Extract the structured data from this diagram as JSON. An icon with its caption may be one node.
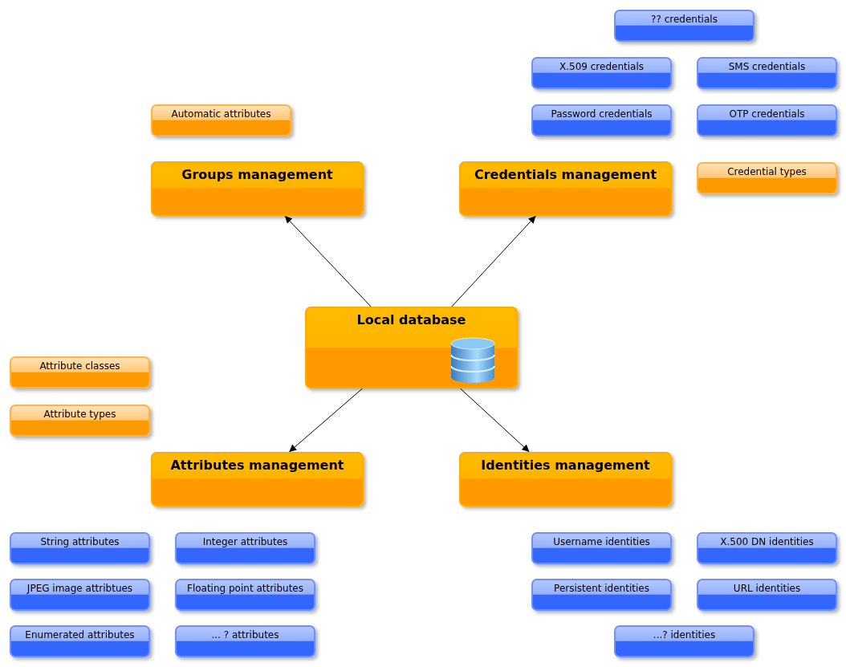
{
  "diagram": {
    "nodes": [
      {
        "text": [
          "?? credentials"
        ]
      },
      {
        "text": [
          "X.509 credentials"
        ]
      },
      {
        "text": [
          "SMS credentials"
        ]
      },
      {
        "text": [
          "Automatic attributes"
        ]
      },
      {
        "text": [
          "Password credentials"
        ]
      },
      {
        "text": [
          "OTP credentials"
        ]
      },
      {
        "text": [
          "Groups management"
        ]
      },
      {
        "text": [
          "Credentials management"
        ]
      },
      {
        "text": [
          "Credential types"
        ]
      },
      {
        "text": [
          "Local database"
        ]
      },
      {
        "text": [
          "Attribute classes"
        ]
      },
      {
        "text": [
          "Attribute types"
        ]
      },
      {
        "text": [
          "Attributes management"
        ]
      },
      {
        "text": [
          "Identities management"
        ]
      },
      {
        "text": [
          "String attributes"
        ]
      },
      {
        "text": [
          "Integer attributes"
        ]
      },
      {
        "text": [
          "Username identities"
        ]
      },
      {
        "text": [
          "X.500 DN identities"
        ]
      },
      {
        "text": [
          "JPEG image attribtues"
        ]
      },
      {
        "text": [
          "Floating point attributes"
        ]
      },
      {
        "text": [
          "Persistent identities"
        ]
      },
      {
        "text": [
          "URL identities"
        ]
      },
      {
        "text": [
          "Enumerated attributes"
        ]
      },
      {
        "text": [
          "... ? attributes"
        ]
      },
      {
        "text": [
          "...? identities"
        ]
      }
    ],
    "edges": [
      {
        "from": 9,
        "to": 6,
        "arrow": "to"
      },
      {
        "from": 9,
        "to": 7,
        "arrow": "to"
      },
      {
        "from": 9,
        "to": 12,
        "arrow": "to"
      },
      {
        "from": 9,
        "to": 13,
        "arrow": "to"
      }
    ]
  }
}
